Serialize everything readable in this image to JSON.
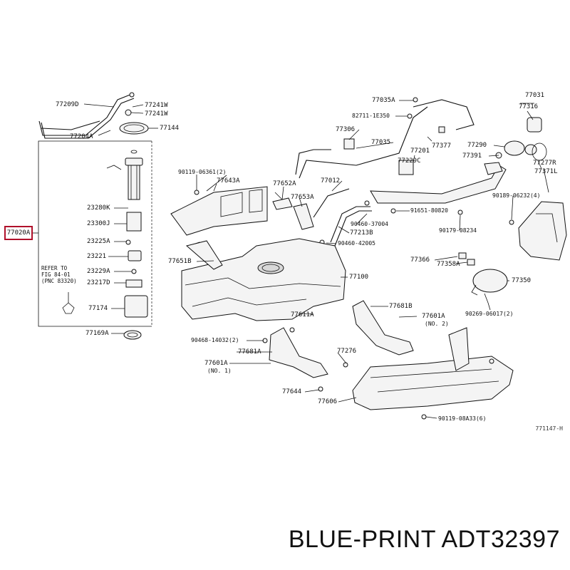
{
  "diagram": {
    "frame_label": "77020A",
    "reference_note": "REFER TO\nFIG 84-01\n(PNC 83320)",
    "figure_code": "771147-H",
    "brand_text": "BLUE-PRINT ADT32397",
    "labels": {
      "l77209D": "77209D",
      "l77204A": "77204A",
      "l77241W_a": "77241W",
      "l77241W_b": "77241W",
      "l77144": "77144",
      "l23280K": "23280K",
      "l23300J": "23300J",
      "l23225A": "23225A",
      "l23221": "23221",
      "l23229A": "23229A",
      "l23217D": "23217D",
      "l77174": "77174",
      "l77169A": "77169A",
      "l90119_06361": "90119-06361(2)",
      "l77643A": "77643A",
      "l77652A": "77652A",
      "l77653A": "77653A",
      "l77012": "77012",
      "l77651B": "77651B",
      "l77035A": "77035A",
      "l82711": "82711-1E350",
      "l77306": "77306",
      "l77035": "77035",
      "l77201": "77201",
      "l77229C": "77229C",
      "l77377": "77377",
      "l90460_37004": "90460-37004",
      "l91651": "91651-80820",
      "l77213B": "77213B",
      "l90460_42005": "90460-42005",
      "l90179": "90179-08234",
      "l77031": "77031",
      "l77316": "77316",
      "l77290": "77290",
      "l77391": "77391",
      "l77277R": "77277R",
      "l77371L": "77371L",
      "l90189": "90189-06232(4)",
      "l77366": "77366",
      "l77358A": "77358A",
      "l77350": "77350",
      "l90269": "90269-06017(2)",
      "l77100": "77100",
      "l77611A": "77611A",
      "l77681B": "77681B",
      "l77601A_r": "77601A",
      "l77601A_r_note": "(NO. 2)",
      "l90468": "90468-14032(2)",
      "l77681A": "77681A",
      "l77601A_l": "77601A",
      "l77601A_l_note": "(NO. 1)",
      "l77276": "77276",
      "l77644": "77644",
      "l77606": "77606",
      "l90119_08A33": "90119-08A33(6)"
    }
  }
}
